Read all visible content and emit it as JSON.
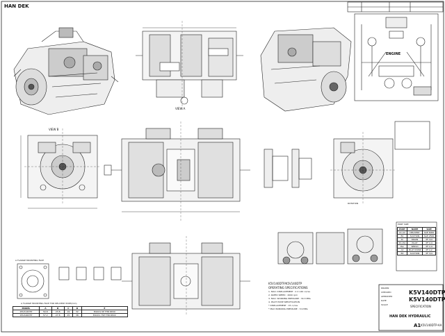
{
  "drawing": {
    "logo": "HAN DEK",
    "company": "HAN DEK HYDRAULIC",
    "model_1": "K5V140DTP",
    "model_2": "K5V140DTP",
    "spec_title": "SPECIFICATION",
    "drawing_no": "K5V140DTP-AA",
    "sheet_size": "A1",
    "date_label": "DATE",
    "approved_label": "APPROVED",
    "checked_label": "CHECKED",
    "drawn_label": "DRAWN",
    "scale_label": "SCALE"
  },
  "specs": {
    "heading_1": "K5V140DTP/K5V140DTP",
    "heading_2": "OPERATING SPECIFICATIONS",
    "lines": [
      "1. MAX. DISPLACEMENT : 2 X 140 cc/rev",
      "2. RATED SPEED : 2000 rpm",
      "3. MAX. WORKING PRESSURE : 34.3 MPa",
      "4. PILOT PUMP SPECIFICATION",
      "* DISPLACEMENT : 15 cc/rev",
      "* MAX WORKING PRESSURE : 3.9 MPa"
    ]
  },
  "flange_table": {
    "title": "A FLANGE MOUNTING FACE FOR DELIVERY PORT(mm)",
    "headers": [
      "MODEL",
      "A",
      "B",
      "C",
      "D",
      "E"
    ],
    "rows": [
      [
        "K5V112DTP",
        "50.8",
        "23.8",
        "19",
        "32",
        "M10X1.5P THR DP20"
      ],
      [
        "K5V140DTP",
        "57.2",
        "27.8",
        "25",
        "38",
        "M12X1.75P THR DP22"
      ]
    ]
  },
  "port_table": {
    "title": "PORT SIZE",
    "headers": [
      "PORT",
      "NAME",
      "SIZE"
    ],
    "rows": [
      [
        "A1,A2",
        "DELIVERY",
        "SAE 6000"
      ],
      [
        "B1",
        "SUCTION",
        "SAE 2500"
      ],
      [
        "Dr",
        "DRAIN",
        "PF 3/4"
      ],
      [
        "Pi1,Pi2",
        "PILOT",
        "PF 1/4"
      ],
      [
        "Psv",
        "SERVO",
        "PF 1/4"
      ],
      [
        "A3",
        "PILOT PUMP",
        "PF 1/2"
      ],
      [
        "B3",
        "SUCTION",
        "PF 3/4"
      ]
    ]
  },
  "labels": {
    "engine": "ENGINE",
    "view_a": "VIEW A",
    "view_b": "VIEW B",
    "rotation": "ROTATION",
    "flange_view": "A FLANGE MOUNTING FACE"
  }
}
